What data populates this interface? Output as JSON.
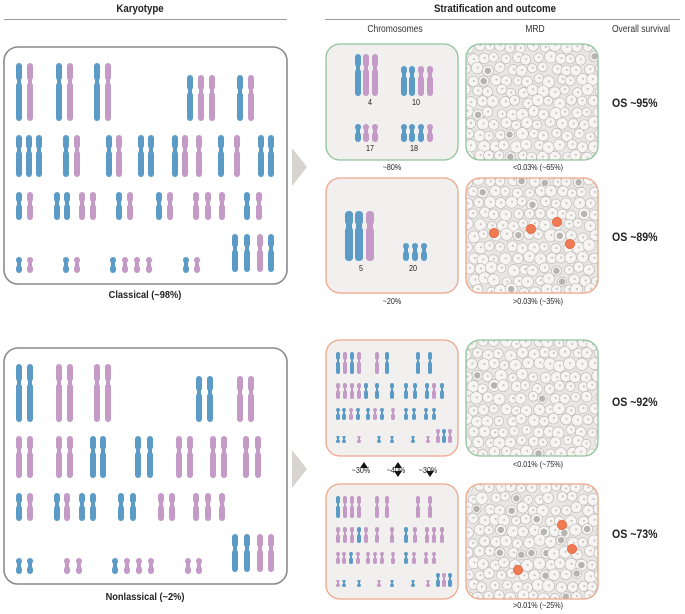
{
  "colors": {
    "blue": "#5b9bc6",
    "pink": "#c49ac6",
    "panel_gray": "#f1f0ee",
    "green_border": "#8fc49a",
    "orange_border": "#eea58a",
    "big_border": "#8a8a8a",
    "blast": "#f07a52"
  },
  "headers": {
    "karyotype": "Karyotype",
    "stratification": "Stratification and outcome",
    "chromosomes": "Chromosomes",
    "mrd": "MRD",
    "overall_survival": "Overall survival"
  },
  "karyotypes": [
    {
      "caption": "Classical (~98%)"
    },
    {
      "caption": "Nonlassical (~2%)"
    }
  ],
  "rows": [
    {
      "chrom_labels": [
        "4",
        "10",
        "17",
        "18"
      ],
      "share": "~80%",
      "mrd": "<0.03% (~65%)",
      "os": "OS ~95%"
    },
    {
      "chrom_labels": [
        "5",
        "20"
      ],
      "share": "~20%",
      "mrd": ">0.03% (~35%)",
      "os": "OS ~89%"
    },
    {
      "shares": [
        "~30%",
        "~40%",
        "~30%"
      ],
      "mrd": "<0.01% (~75%)",
      "os": "OS ~92%"
    },
    {
      "mrd": ">0.01% (~25%)",
      "os": "OS ~73%"
    }
  ]
}
